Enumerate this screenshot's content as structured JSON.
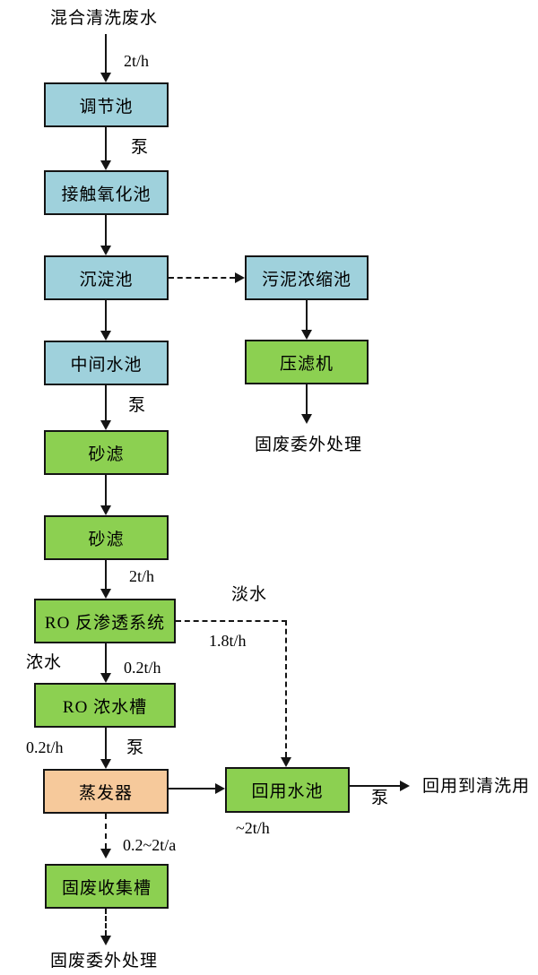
{
  "nodes": {
    "regulating_tank": {
      "label": "调节池",
      "color": "blue"
    },
    "contact_oxidation_tank": {
      "label": "接触氧化池",
      "color": "blue"
    },
    "sedimentation_tank": {
      "label": "沉淀池",
      "color": "blue"
    },
    "intermediate_tank": {
      "label": "中间水池",
      "color": "blue"
    },
    "sludge_thickening_tank": {
      "label": "污泥浓缩池",
      "color": "blue"
    },
    "filter_press": {
      "label": "压滤机",
      "color": "green"
    },
    "sand_filter_1": {
      "label": "砂滤",
      "color": "green"
    },
    "sand_filter_2": {
      "label": "砂滤",
      "color": "green"
    },
    "ro_system": {
      "label": "RO 反渗透系统",
      "color": "green"
    },
    "ro_concentrate_tank": {
      "label": "RO 浓水槽",
      "color": "green"
    },
    "evaporator": {
      "label": "蒸发器",
      "color": "orange"
    },
    "reuse_pool": {
      "label": "回用水池",
      "color": "green"
    },
    "solid_waste_tank": {
      "label": "固废收集槽",
      "color": "green"
    }
  },
  "annotations": {
    "influent": "混合清洗废水",
    "influent_flow": "2t/h",
    "pump_1": "泵",
    "pump_2": "泵",
    "pump_3": "泵",
    "pump_4": "泵",
    "ro_in_flow": "2t/h",
    "fresh_water": "淡水",
    "fresh_water_flow": "1.8t/h",
    "concentrate": "浓水",
    "concentrate_flow": "0.2t/h",
    "evap_in_flow": "0.2t/h",
    "solid_waste_rate": "0.2~2t/a",
    "reuse_rate": "~2t/h",
    "sludge_out": "固废委外处理",
    "reuse_out": "回用到清洗用",
    "solid_out": "固废委外处理"
  },
  "colors": {
    "blue": "#9fd1dc",
    "green": "#8cd051",
    "orange": "#f6c99b",
    "line": "#141414"
  }
}
